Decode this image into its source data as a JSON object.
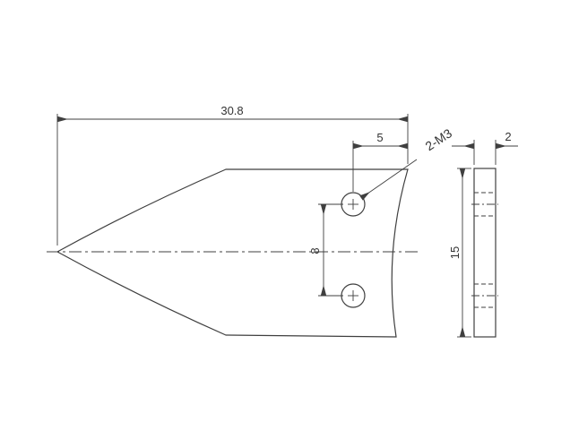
{
  "drawing": {
    "title": "blade-part-technical-drawing",
    "labels": {
      "overall_width": "30.8",
      "hole_edge_offset": "5",
      "hole_spacing": "8",
      "thread_callout": "2-M3",
      "thickness": "2",
      "height": "15"
    },
    "colors": {
      "line": "#3f3f3f",
      "text": "#333333",
      "background": "#ffffff"
    }
  }
}
